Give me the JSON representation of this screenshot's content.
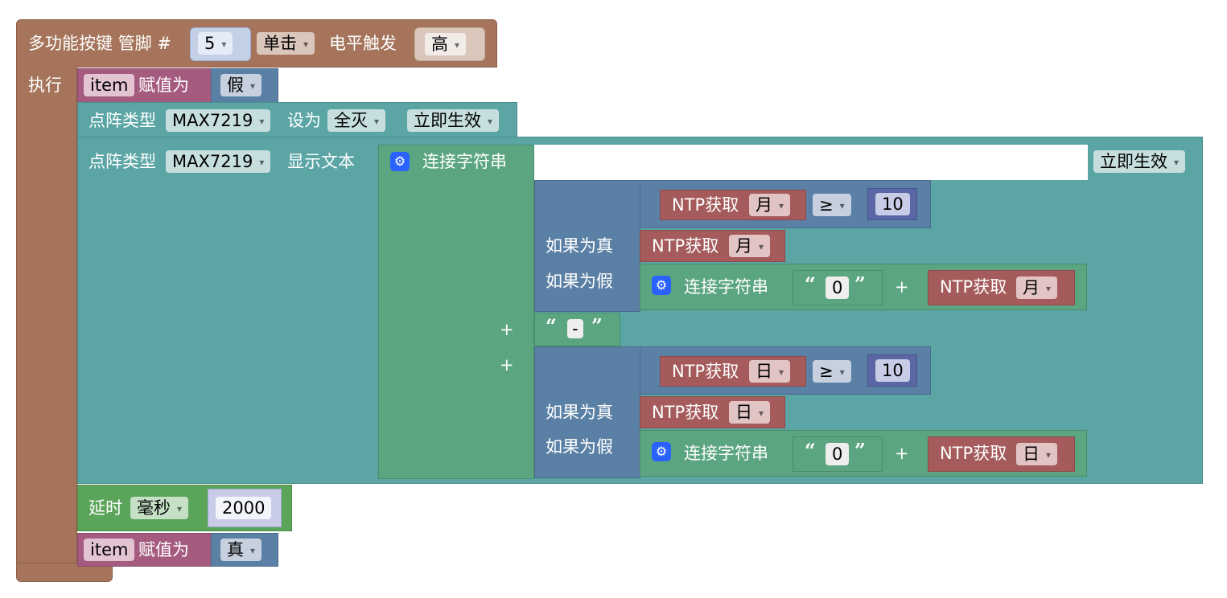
{
  "hat": {
    "title": "多功能按键 管脚 #",
    "pin": "5",
    "click_mode": "单击",
    "level_label": "电平触发",
    "level": "高",
    "exec": "执行"
  },
  "assign1": {
    "var": "item",
    "label": "赋值为",
    "value": "假"
  },
  "matrix_set": {
    "label": "点阵类型",
    "type": "MAX7219",
    "set_label": "设为",
    "mode": "全灭",
    "effect": "立即生效"
  },
  "matrix_text": {
    "label": "点阵类型",
    "type": "MAX7219",
    "show_label": "显示文本",
    "effect": "立即生效"
  },
  "join_main": {
    "label": "连接字符串",
    "plus1": "+",
    "plus2": "+"
  },
  "month": {
    "cond_label": "NTP获取",
    "cond_unit": "月",
    "op": "≥",
    "num": "10",
    "true_label": "如果为真",
    "true_ntp": "NTP获取",
    "true_unit": "月",
    "false_label": "如果为假",
    "join_label": "连接字符串",
    "zero": "0",
    "plus": "+",
    "false_ntp": "NTP获取",
    "false_unit": "月"
  },
  "sep": {
    "text": "-"
  },
  "day": {
    "cond_label": "NTP获取",
    "cond_unit": "日",
    "op": "≥",
    "num": "10",
    "true_label": "如果为真",
    "true_ntp": "NTP获取",
    "true_unit": "日",
    "false_label": "如果为假",
    "join_label": "连接字符串",
    "zero": "0",
    "plus": "+",
    "false_ntp": "NTP获取",
    "false_unit": "日"
  },
  "delay": {
    "label": "延时",
    "unit": "毫秒",
    "value": "2000"
  },
  "assign2": {
    "var": "item",
    "label": "赋值为",
    "value": "真"
  },
  "icons": {
    "gear": "⚙",
    "open_quote": "“",
    "close_quote": "”"
  }
}
